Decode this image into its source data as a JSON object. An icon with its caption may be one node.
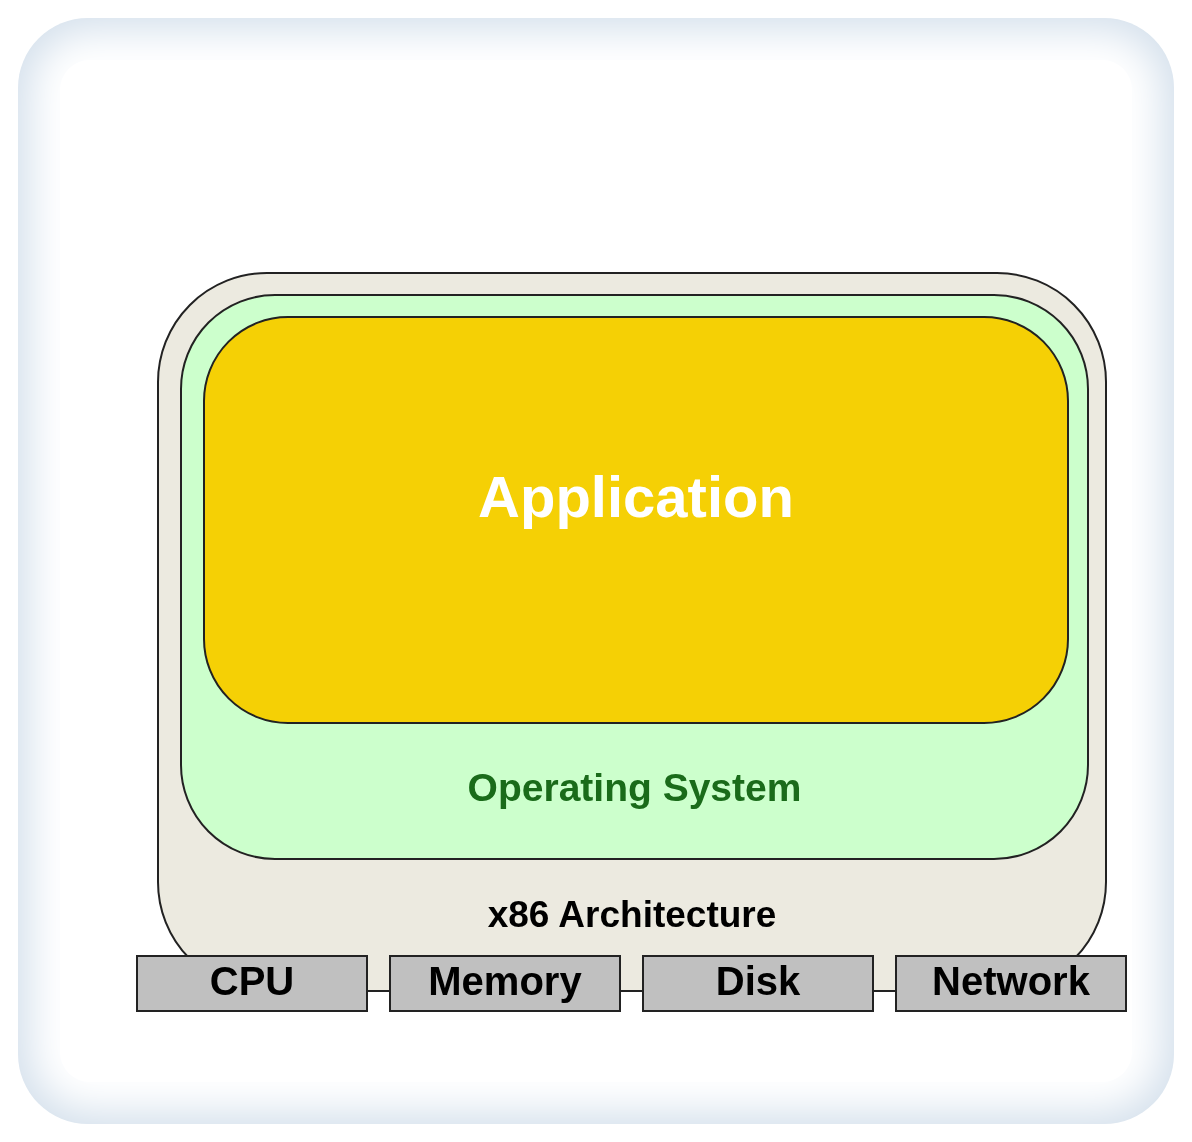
{
  "diagram": {
    "nodes": [
      {
        "text": [
          "x86 Architecture"
        ]
      },
      {
        "text": [
          "Operating System"
        ],
        "in": 0
      },
      {
        "text": [
          "Application"
        ],
        "in": 1
      },
      {
        "text": [
          "CPU"
        ]
      },
      {
        "text": [
          "Memory"
        ]
      },
      {
        "text": [
          "Disk"
        ]
      },
      {
        "text": [
          "Network"
        ]
      }
    ]
  }
}
